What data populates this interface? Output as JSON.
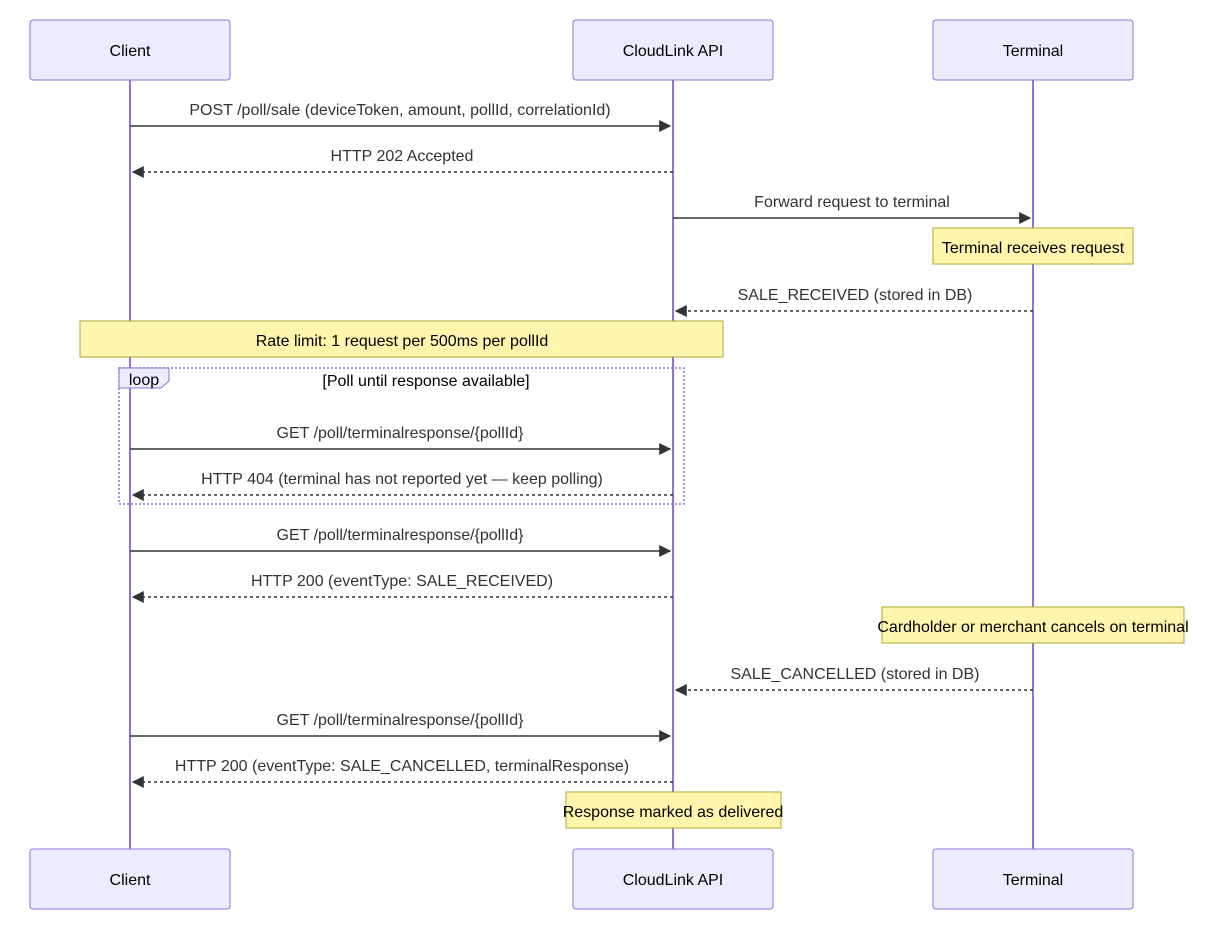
{
  "participants": [
    {
      "id": "client",
      "label": "Client"
    },
    {
      "id": "api",
      "label": "CloudLink API"
    },
    {
      "id": "terminal",
      "label": "Terminal"
    }
  ],
  "messages": [
    {
      "from": "client",
      "to": "api",
      "text": "POST /poll/sale (deviceToken, amount, pollId, correlationId)",
      "style": "solid"
    },
    {
      "from": "api",
      "to": "client",
      "text": "HTTP 202 Accepted",
      "style": "dashed"
    },
    {
      "from": "api",
      "to": "terminal",
      "text": "Forward request to terminal",
      "style": "solid"
    },
    {
      "from": "terminal",
      "to": "api",
      "text": "SALE_RECEIVED (stored in DB)",
      "style": "dashed"
    },
    {
      "from": "client",
      "to": "api",
      "text": "GET /poll/terminalresponse/{pollId}",
      "style": "solid"
    },
    {
      "from": "api",
      "to": "client",
      "text": "HTTP 404 (terminal has not reported yet — keep polling)",
      "style": "dashed"
    },
    {
      "from": "client",
      "to": "api",
      "text": "GET /poll/terminalresponse/{pollId}",
      "style": "solid"
    },
    {
      "from": "api",
      "to": "client",
      "text": "HTTP 200 (eventType: SALE_RECEIVED)",
      "style": "dashed"
    },
    {
      "from": "terminal",
      "to": "api",
      "text": "SALE_CANCELLED (stored in DB)",
      "style": "dashed"
    },
    {
      "from": "client",
      "to": "api",
      "text": "GET /poll/terminalresponse/{pollId}",
      "style": "solid"
    },
    {
      "from": "api",
      "to": "client",
      "text": "HTTP 200 (eventType: SALE_CANCELLED, terminalResponse)",
      "style": "dashed"
    }
  ],
  "notes": [
    {
      "text": "Terminal receives request",
      "over": [
        "terminal"
      ]
    },
    {
      "text": "Rate limit: 1 request per 500ms per pollId",
      "over": [
        "client",
        "api"
      ]
    },
    {
      "text": "Cardholder or merchant cancels on terminal",
      "over": [
        "terminal"
      ]
    },
    {
      "text": "Response marked as delivered",
      "over": [
        "api"
      ]
    }
  ],
  "loop": {
    "label": "loop",
    "condition": "[Poll until response available]",
    "contains_messages": [
      4,
      5
    ]
  },
  "colors": {
    "actor_fill": "#ececff",
    "actor_border": "#9370db",
    "lifeline": "#9370db",
    "note_fill": "#fff5ad",
    "note_border": "#aaaa33",
    "message": "#333333"
  }
}
